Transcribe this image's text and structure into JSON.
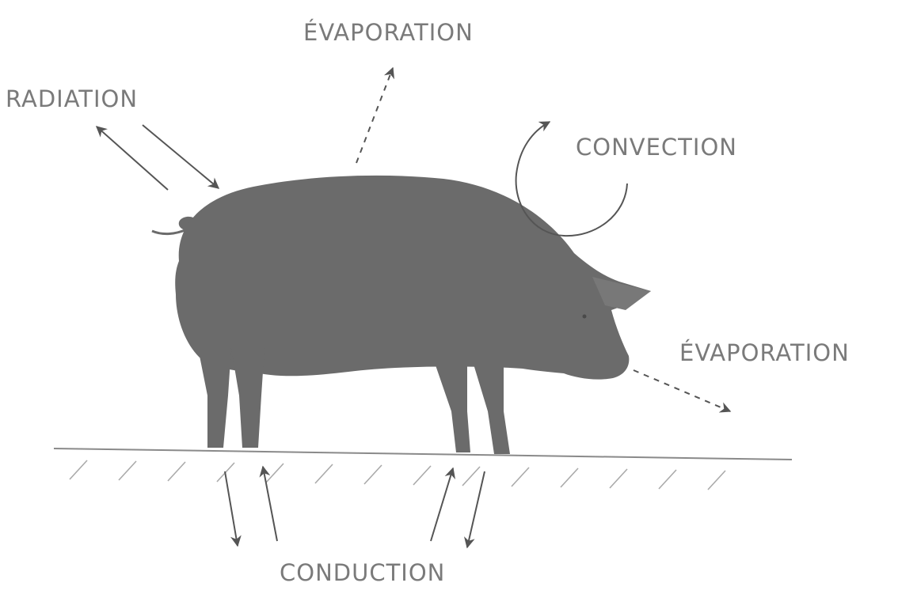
{
  "labels": {
    "evaporation_top": "ÉVAPORATION",
    "radiation": "RADIATION",
    "convection": "CONVECTION",
    "evaporation_right": "ÉVAPORATION",
    "conduction": "CONDUCTION"
  },
  "colors": {
    "pig": "#6b6b6b",
    "arrow": "#4a4a4a",
    "text": "#7a7a7a",
    "ground": "#8a8a8a"
  }
}
